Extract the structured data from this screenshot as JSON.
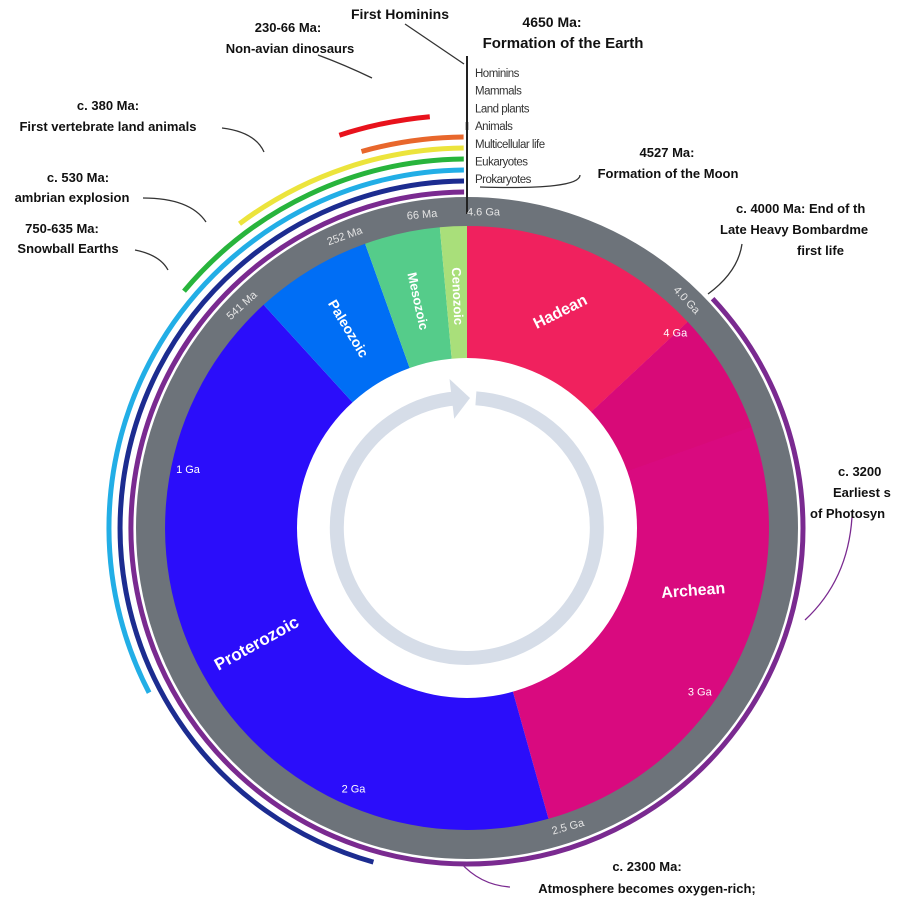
{
  "colors": {
    "ring": "#6d737a",
    "hadean": "#f0215e",
    "archean": "#d90a7f",
    "archean_late": "#d80a78",
    "proterozoic": "#2b0dfa",
    "paleozoic": "#006ef5",
    "mesozoic": "#55cc8a",
    "cenozoic": "#a9df7a",
    "inner_arrow": "#d6dde8",
    "hominins": "#8a8a8a",
    "mammals": "#e8672c",
    "land_plants": "#ece43c",
    "animals": "#28b43c",
    "multicellular": "#22aee6",
    "eukaryotes": "#1c2c90",
    "prokaryotes": "#7a2a90",
    "dinosaurs": "#e8121c"
  },
  "eons": [
    {
      "name": "Hadean",
      "start": 4600,
      "end": 4000,
      "key": "hadean"
    },
    {
      "name": "Archean",
      "start": 4000,
      "end": 2500,
      "key": "archean"
    },
    {
      "name": "Proterozoic",
      "start": 2500,
      "end": 541,
      "key": "proterozoic"
    },
    {
      "name": "Paleozoic",
      "start": 541,
      "end": 252,
      "key": "paleozoic"
    },
    {
      "name": "Mesozoic",
      "start": 252,
      "end": 66,
      "key": "mesozoic"
    },
    {
      "name": "Cenozoic",
      "start": 66,
      "end": 0,
      "key": "cenozoic"
    }
  ],
  "ring_ticks": [
    {
      "label": "4.6 Ga",
      "ma": 4600
    },
    {
      "label": "4.0 Ga",
      "ma": 4000
    },
    {
      "label": "2.5 Ga",
      "ma": 2500
    },
    {
      "label": "541 Ma",
      "ma": 541
    },
    {
      "label": "252 Ma",
      "ma": 252
    },
    {
      "label": "66 Ma",
      "ma": 66
    }
  ],
  "inner_ticks": [
    {
      "label": "4 Ga",
      "ma": 4000
    },
    {
      "label": "3 Ga",
      "ma": 3000
    },
    {
      "label": "2 Ga",
      "ma": 2000
    },
    {
      "label": "1 Ga",
      "ma": 1000
    }
  ],
  "life_arcs": [
    {
      "name": "Prokaryotes",
      "key": "prokaryotes",
      "start": 4000
    },
    {
      "name": "Eukaryotes",
      "key": "eukaryotes",
      "start": 2100
    },
    {
      "name": "Multicellular life",
      "key": "multicellular",
      "start": 1500
    },
    {
      "name": "Animals",
      "key": "animals",
      "start": 640
    },
    {
      "name": "Land plants",
      "key": "land_plants",
      "start": 470
    },
    {
      "name": "Mammals",
      "key": "mammals",
      "start": 200
    },
    {
      "name": "Hominins",
      "key": "hominins",
      "start": 4
    }
  ],
  "dinosaur_arc": {
    "start": 230,
    "end": 66
  },
  "annotations": {
    "first_hominins": "First Hominins",
    "formation_earth_date": "4650 Ma:",
    "formation_earth": "Formation of the Earth",
    "dinosaurs_date": "230-66 Ma:",
    "dinosaurs": "Non-avian dinosaurs",
    "land_animals_date": "c. 380 Ma:",
    "land_animals": "First vertebrate land animals",
    "cambrian_date": "c. 530 Ma:",
    "cambrian": "ambrian explosion",
    "snowball_date": "750-635 Ma:",
    "snowball": "Snowball Earths",
    "moon_date": "4527 Ma:",
    "moon": "Formation of the Moon",
    "bombardment_line1": "c. 4000 Ma: End of th",
    "bombardment_line2": "Late Heavy Bombardme",
    "bombardment_line3": "first life",
    "photo_line1": "c. 3200",
    "photo_line2": "Earliest s",
    "photo_line3": "of Photosyn",
    "oxygen_date": "c. 2300 Ma:",
    "oxygen": "Atmosphere becomes oxygen-rich;"
  }
}
